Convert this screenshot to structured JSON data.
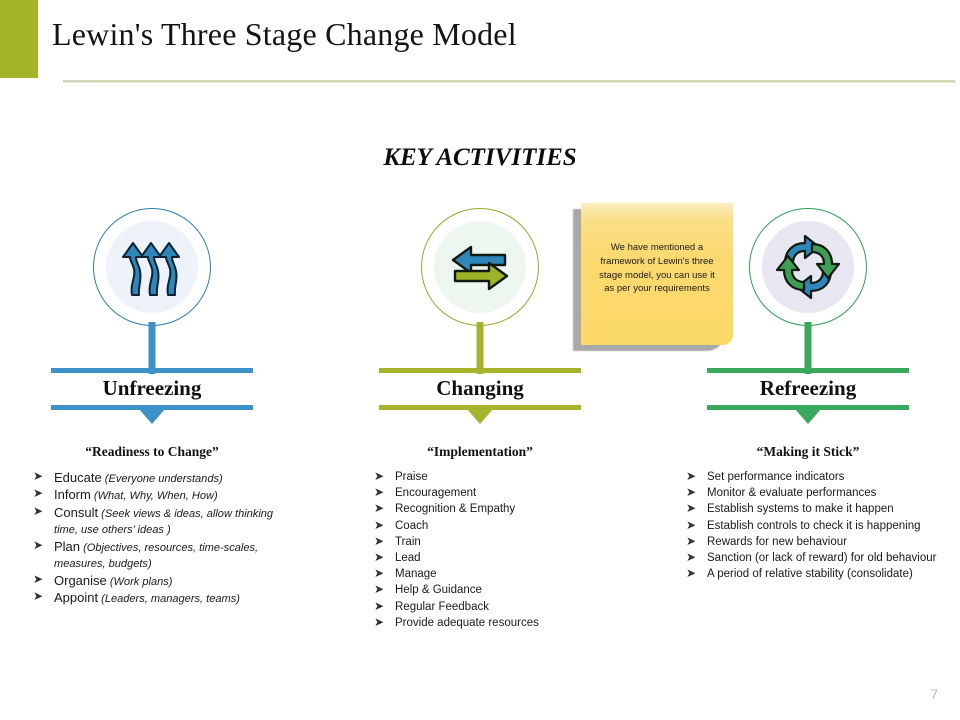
{
  "header": {
    "title": "Lewin's Three Stage Change Model",
    "accent_color": "#a2b428"
  },
  "section": {
    "heading": "KEY ACTIVITIES"
  },
  "page_number": "7",
  "sticky_note": {
    "text": "We have mentioned a framework of Lewin's three stage model, you can use it as per your requirements",
    "color": "#fbd966"
  },
  "stages": [
    {
      "title": "Unfreezing",
      "quote": "“Readiness to Change”",
      "color": "#3c92c6",
      "icon": "three-up-arrows-icon",
      "items": [
        {
          "term": "Educate",
          "note": "(Everyone understands)"
        },
        {
          "term": "Inform",
          "note": "(What, Why, When, How)"
        },
        {
          "term": "Consult",
          "note": "(Seek views & ideas, allow thinking time, use others’ ideas )"
        },
        {
          "term": "Plan",
          "note": "(Objectives, resources, time-scales, measures, budgets)"
        },
        {
          "term": "Organise",
          "note": "(Work plans)"
        },
        {
          "term": "Appoint",
          "note": "(Leaders, managers, teams)"
        }
      ]
    },
    {
      "title": "Changing",
      "quote": "“Implementation”",
      "color": "#a6b42c",
      "icon": "two-way-arrows-icon",
      "items": [
        {
          "term": "Praise",
          "note": ""
        },
        {
          "term": "Encouragement",
          "note": ""
        },
        {
          "term": "Recognition & Empathy",
          "note": ""
        },
        {
          "term": "Coach",
          "note": ""
        },
        {
          "term": "Train",
          "note": ""
        },
        {
          "term": "Lead",
          "note": ""
        },
        {
          "term": "Manage",
          "note": ""
        },
        {
          "term": "Help & Guidance",
          "note": ""
        },
        {
          "term": "Regular Feedback",
          "note": ""
        },
        {
          "term": "Provide adequate resources",
          "note": ""
        }
      ]
    },
    {
      "title": "Refreezing",
      "quote": "“Making it Stick”",
      "color": "#3aa85d",
      "icon": "circular-arrows-icon",
      "items": [
        {
          "term": "Set performance indicators",
          "note": ""
        },
        {
          "term": "Monitor & evaluate performances",
          "note": ""
        },
        {
          "term": "Establish systems to make it happen",
          "note": ""
        },
        {
          "term": "Establish controls to check it is happening",
          "note": ""
        },
        {
          "term": "Rewards for new behaviour",
          "note": ""
        },
        {
          "term": "Sanction (or lack of reward) for old behaviour",
          "note": ""
        },
        {
          "term": "A period of relative stability (consolidate)",
          "note": ""
        }
      ]
    }
  ],
  "bullet_glyph": "➤"
}
